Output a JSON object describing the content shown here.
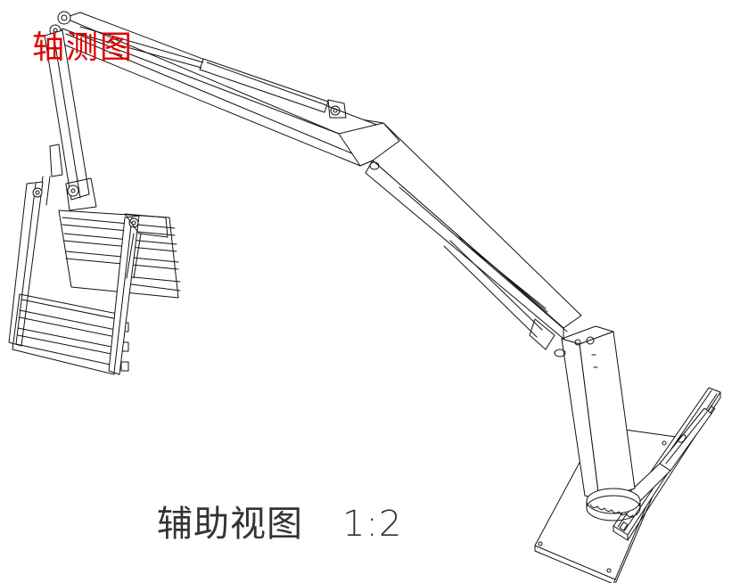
{
  "labels": {
    "view_type": "轴测图",
    "caption": "辅助视图",
    "scale": "1:2"
  },
  "colors": {
    "title": "#e00000",
    "line": "#111111",
    "background": "#ffffff"
  }
}
